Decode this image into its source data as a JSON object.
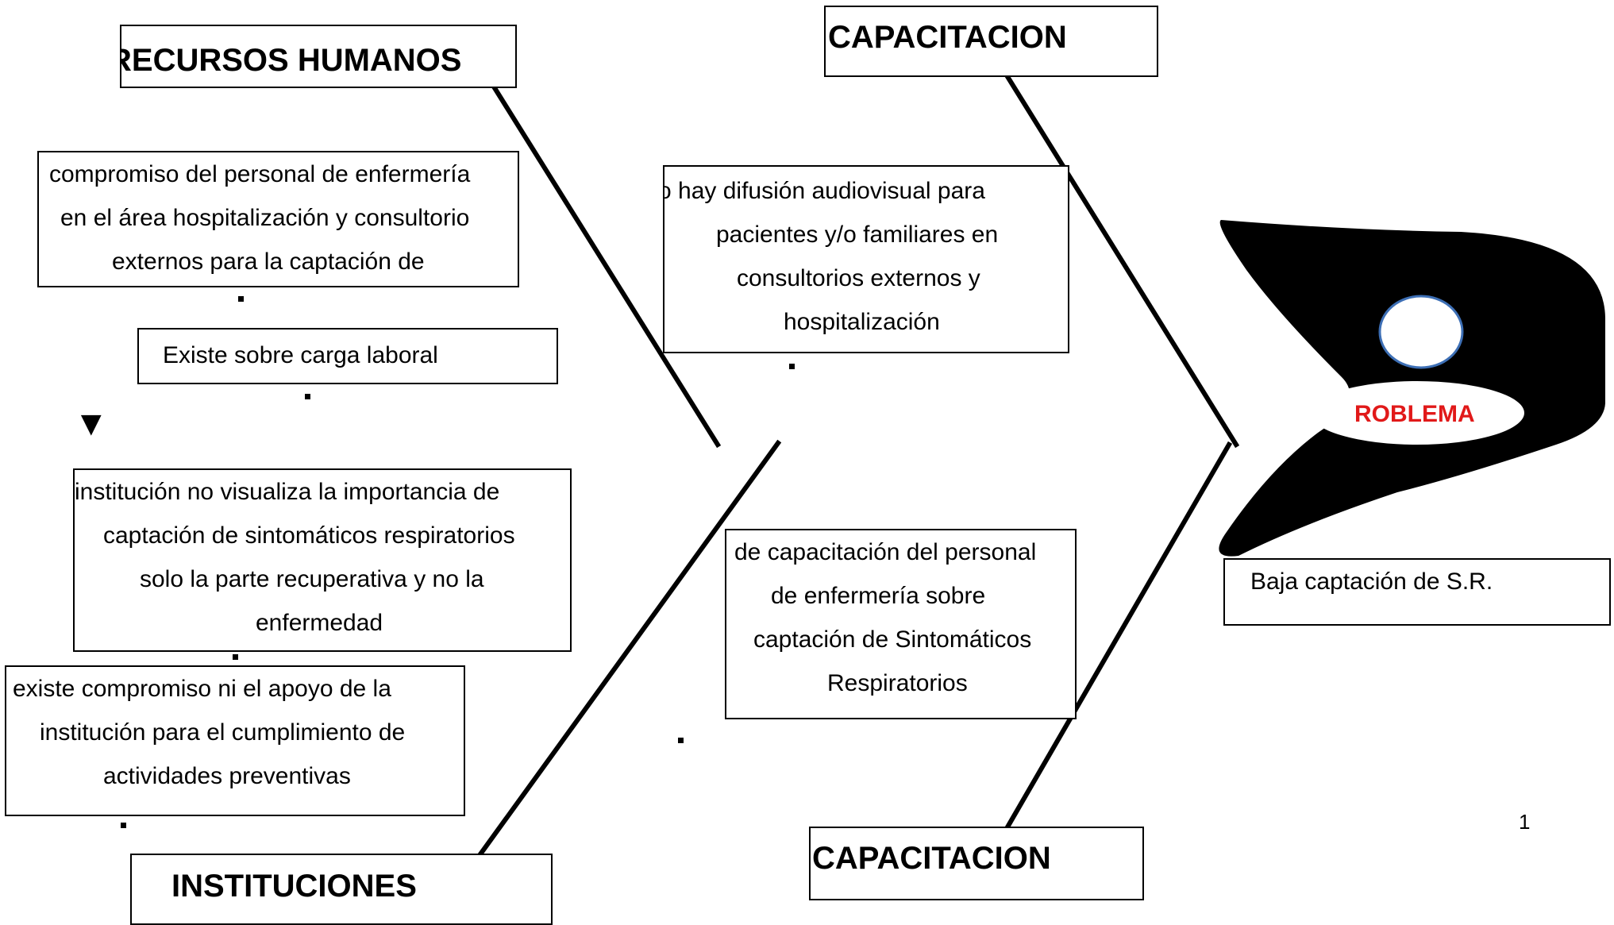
{
  "categories": {
    "top_left": "RECURSOS HUMANOS",
    "top_mid": "CAPACITACION",
    "bottom_left": "INSTITUCIONES",
    "bottom_mid": "CAPACITACION"
  },
  "causes": {
    "rh_1": [
      "compromiso del personal de enfermería",
      "en el área hospitalización y consultorio",
      "externos para la captación de"
    ],
    "rh_2": [
      "Existe sobre carga laboral"
    ],
    "inst_1": [
      "institución no visualiza la importancia de",
      "captación de sintomáticos respiratorios",
      "solo la parte recuperativa y no la",
      "enfermedad"
    ],
    "inst_2": [
      "existe compromiso ni el apoyo de la",
      "institución para el cumplimiento de",
      "actividades preventivas"
    ],
    "cap_1": [
      "o hay difusión audiovisual para",
      "pacientes y/o familiares en",
      "consultorios externos y",
      "hospitalización"
    ],
    "cap_2": [
      "de capacitación del personal",
      "de enfermería sobre",
      "captación de Sintomáticos",
      "Respiratorios"
    ]
  },
  "problem": {
    "label": "ROBLEMA",
    "description": "Baja captación de S.R."
  },
  "page_number": "1",
  "colors": {
    "problem_label": "#e11919",
    "circle_stroke": "#3d6fb5"
  }
}
